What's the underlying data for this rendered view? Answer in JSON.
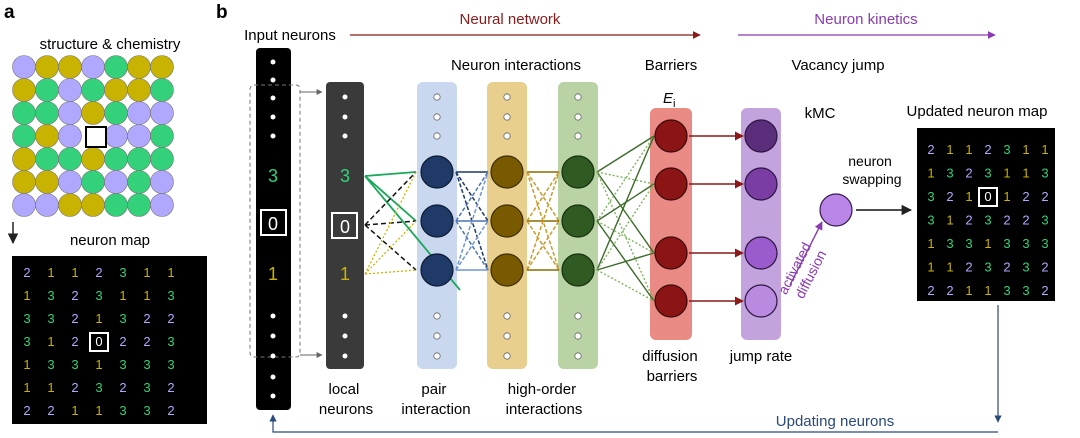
{
  "panel_a": {
    "letter": "a",
    "structure_title": "structure & chemistry",
    "map_title": "neuron map",
    "grid": [
      [
        2,
        1,
        1,
        2,
        3,
        1,
        1
      ],
      [
        1,
        3,
        2,
        3,
        1,
        1,
        3
      ],
      [
        3,
        3,
        2,
        1,
        3,
        2,
        2
      ],
      [
        3,
        1,
        2,
        0,
        2,
        2,
        3
      ],
      [
        1,
        3,
        3,
        1,
        3,
        3,
        3
      ],
      [
        1,
        1,
        2,
        3,
        2,
        3,
        2
      ],
      [
        2,
        2,
        1,
        1,
        3,
        3,
        2
      ]
    ]
  },
  "panel_b": {
    "letter": "b",
    "section_neural": "Neural network",
    "section_kinetics": "Neuron kinetics",
    "input_neurons": "Input neurons",
    "neuron_interactions": "Neuron interactions",
    "barriers": "Barriers",
    "barrier_symbol": "E",
    "barrier_subscript": "i",
    "vacancy_jump": "Vacancy jump",
    "kmc": "kMC",
    "updated_map_title": "Updated neuron map",
    "neuron_swapping_line1": "neuron",
    "neuron_swapping_line2": "swapping",
    "activated_line1": "activated",
    "activated_line2": "diffusion",
    "local_line1": "local",
    "local_line2": "neurons",
    "pair_line1": "pair",
    "pair_line2": "interaction",
    "high_order_line1": "high-order",
    "high_order_line2": "interactions",
    "diffusion_line1": "diffusion",
    "diffusion_line2": "barriers",
    "jump_rate": "jump rate",
    "updating_neurons": "Updating neurons",
    "neuron_values": {
      "top": "3",
      "middle": "0",
      "bottom": "1"
    },
    "updated_grid": [
      [
        2,
        1,
        1,
        2,
        3,
        1,
        1
      ],
      [
        1,
        3,
        2,
        3,
        1,
        1,
        3
      ],
      [
        3,
        2,
        1,
        0,
        1,
        2,
        2
      ],
      [
        3,
        1,
        2,
        3,
        2,
        2,
        3
      ],
      [
        1,
        3,
        3,
        1,
        3,
        3,
        3
      ],
      [
        1,
        1,
        2,
        3,
        2,
        3,
        2
      ],
      [
        2,
        2,
        1,
        1,
        3,
        3,
        2
      ]
    ]
  },
  "colors": {
    "species_1": "#c8b400",
    "species_2": "#b0a8ff",
    "species_3": "#33d17a",
    "neural_arrow": "#8b1a1a",
    "kinetics_arrow": "#8a3bb0",
    "updating": "#2a4a7a",
    "pair_box": "#c9d8ef",
    "high1_box": "#e8cf8e",
    "high2_box": "#b9d3a4",
    "barrier_box": "#e98a84",
    "jump_box": "#c3a3de"
  }
}
